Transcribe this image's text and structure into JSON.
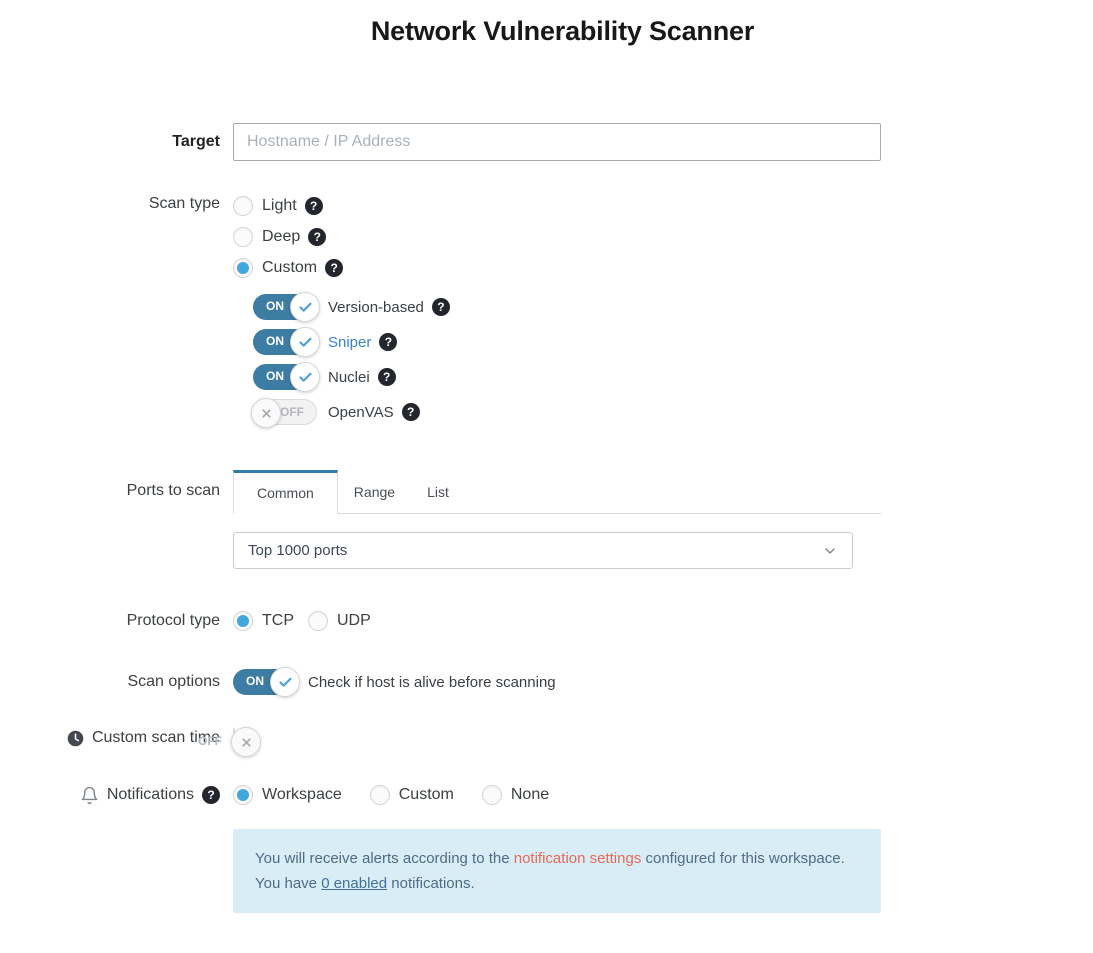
{
  "page": {
    "title": "Network Vulnerability Scanner"
  },
  "icons": {
    "question": "?"
  },
  "colors": {
    "accent_blue": "#41a7dc",
    "toggle_on_blue": "#3d7ca3",
    "tab_active_bar": "#2f7ca6",
    "tool_link_blue": "#3b87c8",
    "info_box_bg": "#d9edf7",
    "info_text": "#4e6b87",
    "info_link_red": "#e8695a",
    "info_link_blue": "#41719c"
  },
  "form": {
    "target": {
      "label": "Target",
      "placeholder": "Hostname / IP Address",
      "value": ""
    },
    "scan_type": {
      "label": "Scan type",
      "options": [
        {
          "label": "Light",
          "selected": false
        },
        {
          "label": "Deep",
          "selected": false
        },
        {
          "label": "Custom",
          "selected": true
        }
      ],
      "custom_tools": [
        {
          "label": "Version-based",
          "state": "ON"
        },
        {
          "label": "Sniper",
          "state": "ON"
        },
        {
          "label": "Nuclei",
          "state": "ON"
        },
        {
          "label": "OpenVAS",
          "state": "OFF"
        }
      ]
    },
    "ports": {
      "label": "Ports to scan",
      "tabs": [
        "Common",
        "Range",
        "List"
      ],
      "active_tab": "Common",
      "selected_option": "Top 1000 ports"
    },
    "protocol": {
      "label": "Protocol type",
      "options": [
        {
          "label": "TCP",
          "selected": true
        },
        {
          "label": "UDP",
          "selected": false
        }
      ]
    },
    "scan_options": {
      "label": "Scan options",
      "toggle_state": "ON",
      "toggle_label": "Check if host is alive before scanning"
    },
    "custom_scan_time": {
      "label": "Custom scan time",
      "toggle_state": "OFF"
    },
    "notifications": {
      "label": "Notifications",
      "options": [
        {
          "label": "Workspace",
          "selected": true
        },
        {
          "label": "Custom",
          "selected": false
        },
        {
          "label": "None",
          "selected": false
        }
      ],
      "info": {
        "line1_pre": "You will receive alerts according to the ",
        "line1_link": "notification settings",
        "line1_post": " configured for this workspace.",
        "line2_pre": "You have ",
        "line2_link": "0 enabled",
        "line2_post": " notifications."
      }
    }
  }
}
